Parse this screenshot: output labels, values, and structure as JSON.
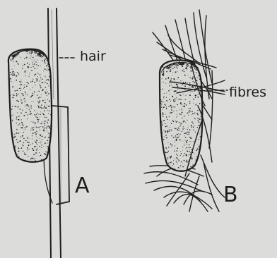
{
  "figure": {
    "labels": {
      "hair": "hair",
      "fibres": "fibres",
      "panel_a": "A",
      "panel_b": "B"
    },
    "colors": {
      "background": "#dcdcda",
      "ink": "#1e1e1e"
    }
  }
}
